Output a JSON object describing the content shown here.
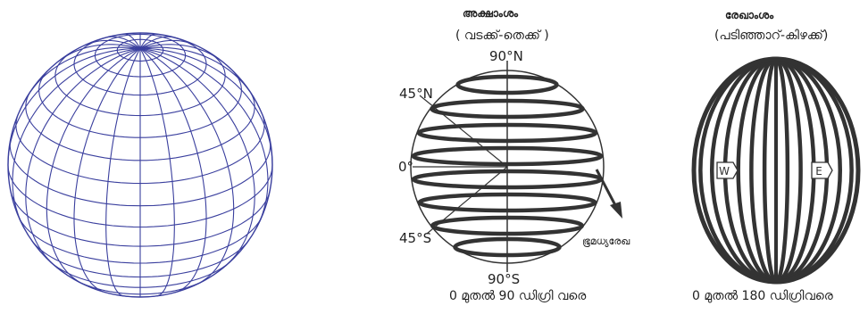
{
  "latitude_panel": {
    "title": "അക്ഷാംശം",
    "subtitle": "( വടക്ക്-തെക്ക് )",
    "north_pole": "90°N",
    "lat_45n": "45°N",
    "equator_deg": "0°",
    "lat_45s": "45°S",
    "south_pole": "90°S",
    "equator_label": "ഭൂമധ്യരേഖ",
    "range_caption": "0 മുതൽ 90 ഡിഗ്രി വരെ"
  },
  "longitude_panel": {
    "title": "രേഖാംശം",
    "subtitle": "(പടിഞ്ഞാറ്-കിഴക്ക്)",
    "west": "W",
    "east": "E",
    "range_caption": "0 മുതൽ 180 ഡിഗ്രിവരെ"
  },
  "colors": {
    "globe_grid": "#3a3f9e",
    "diagram_ink": "#333333"
  }
}
